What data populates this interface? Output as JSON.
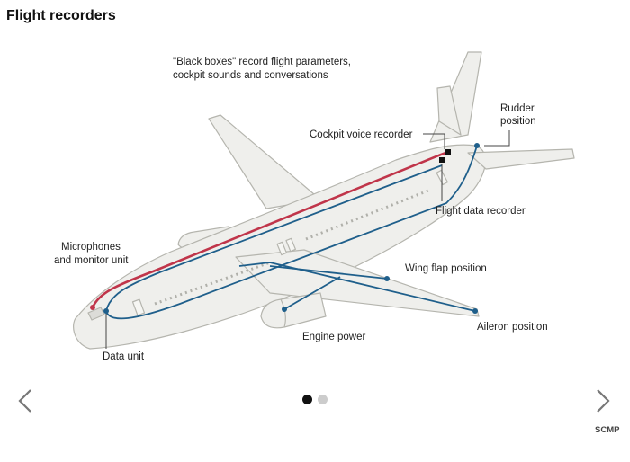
{
  "header": {
    "title": "Flight recorders"
  },
  "intro": {
    "line1": "\"Black boxes\" record flight parameters,",
    "line2": "cockpit sounds and conversations"
  },
  "labels": {
    "cvr": "Cockpit voice recorder",
    "rudder_1": "Rudder",
    "rudder_2": "position",
    "fdr": "Flight data recorder",
    "mic_1": "Microphones",
    "mic_2": "and monitor unit",
    "wing_flap": "Wing flap position",
    "aileron": "Aileron position",
    "engine": "Engine power",
    "data_unit": "Data unit"
  },
  "carousel": {
    "slides": 2,
    "active": 0
  },
  "credit": "SCMP",
  "colors": {
    "voice_line": "#c0354a",
    "data_line": "#1f5f8b",
    "fuselage": "#efefec",
    "outline": "#b5b5ae"
  },
  "icons": {
    "prev": "chevron-left-icon",
    "next": "chevron-right-icon"
  }
}
